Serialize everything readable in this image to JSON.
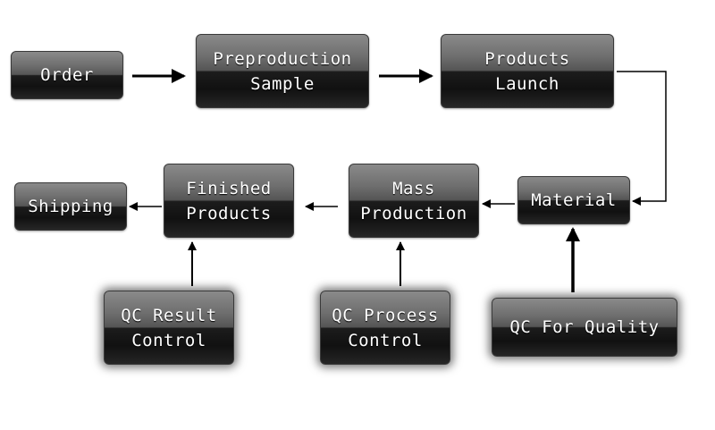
{
  "diagram": {
    "nodes": {
      "order": {
        "lines": [
          "Order"
        ]
      },
      "preproduction_sample": {
        "lines": [
          "Preproduction",
          "Sample"
        ]
      },
      "products_launch": {
        "lines": [
          "Products",
          "Launch"
        ]
      },
      "material": {
        "lines": [
          "Material"
        ]
      },
      "mass_production": {
        "lines": [
          "Mass",
          "Production"
        ]
      },
      "finished_products": {
        "lines": [
          "Finished",
          "Products"
        ]
      },
      "shipping": {
        "lines": [
          "Shipping"
        ]
      },
      "qc_for_quality": {
        "lines": [
          "QC For Quality"
        ]
      },
      "qc_process_control": {
        "lines": [
          "QC Process",
          "Control"
        ]
      },
      "qc_result_control": {
        "lines": [
          "QC Result",
          "Control"
        ]
      }
    },
    "edges": [
      {
        "from": "Order",
        "to": "Preproduction Sample"
      },
      {
        "from": "Preproduction Sample",
        "to": "Products Launch"
      },
      {
        "from": "Products Launch",
        "to": "Material"
      },
      {
        "from": "Material",
        "to": "Mass Production"
      },
      {
        "from": "Mass Production",
        "to": "Finished Products"
      },
      {
        "from": "Finished Products",
        "to": "Shipping"
      },
      {
        "from": "QC For Quality",
        "to": "Material"
      },
      {
        "from": "QC Process Control",
        "to": "Mass Production"
      },
      {
        "from": "QC Result Control",
        "to": "Finished Products"
      }
    ],
    "colors": {
      "arrow": "#000000",
      "box_text": "#ffffff",
      "box_top": "#8a8a8a",
      "box_bottom": "#111111"
    }
  }
}
